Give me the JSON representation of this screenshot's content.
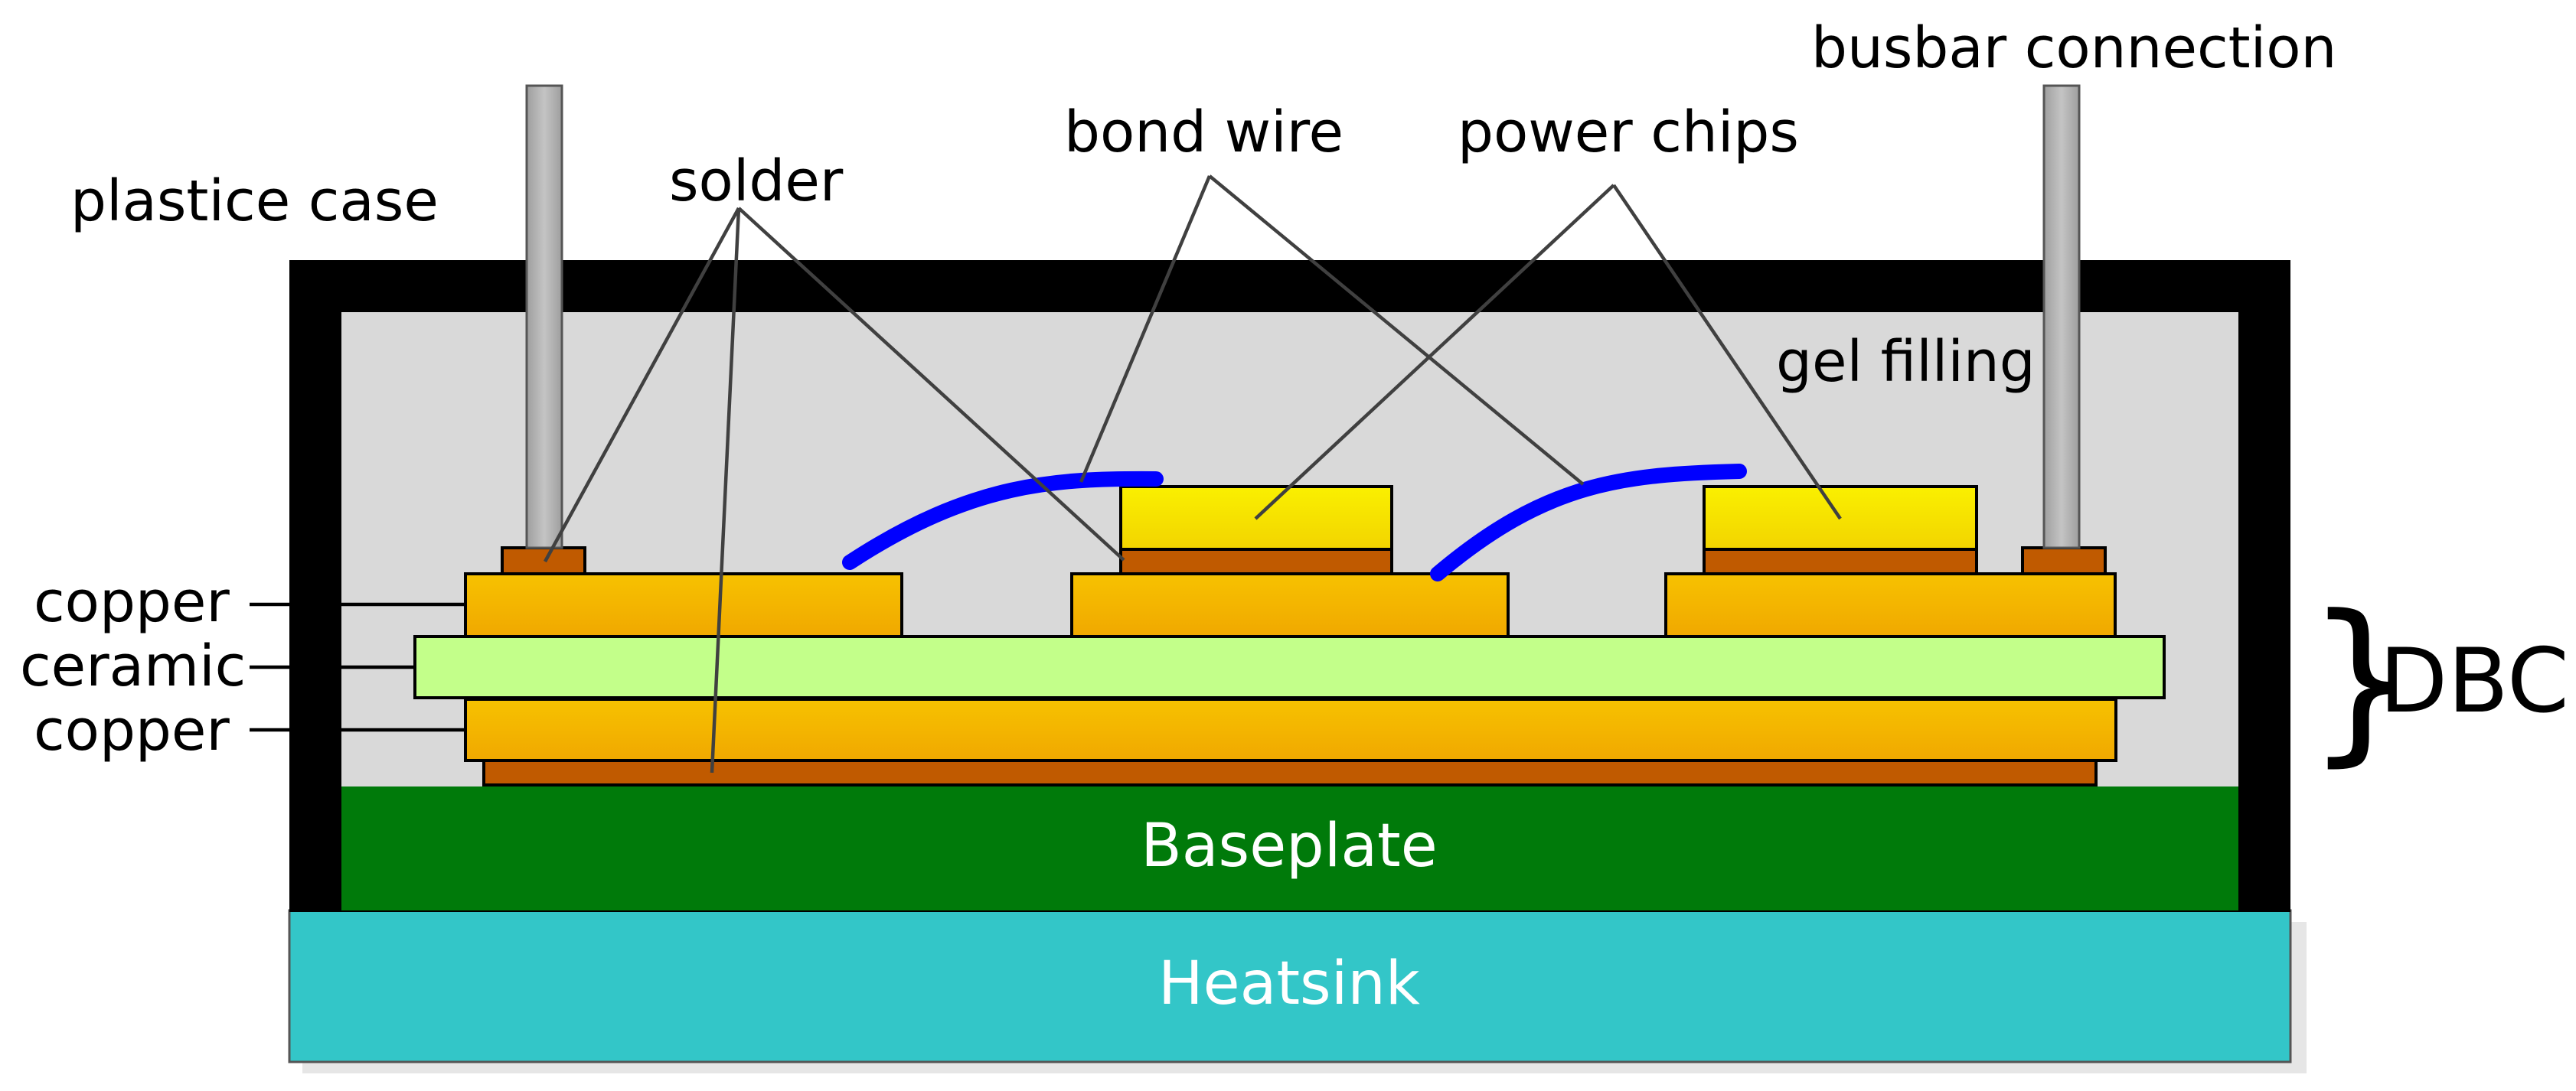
{
  "labels": {
    "plastic_case": "plastice case",
    "solder": "solder",
    "bond_wire": "bond wire",
    "power_chips": "power chips",
    "busbar_connection": "busbar connection",
    "gel_filling": "gel filling",
    "copper_top": "copper",
    "ceramic": "ceramic",
    "copper_bottom": "copper",
    "dbc": "DBC",
    "dbc_brace": "}",
    "baseplate": "Baseplate",
    "heatsink": "Heatsink"
  },
  "colors": {
    "case": "#000000",
    "gel": "#d9d9d9",
    "copper": "#f5b800",
    "ceramic": "#c3ff8a",
    "solder": "#c05a00",
    "chip": "#f7f500",
    "bond_wire": "#0000ff",
    "baseplate": "#007a0a",
    "heatsink": "#33c6c8",
    "terminal": "#b3b3b3"
  }
}
